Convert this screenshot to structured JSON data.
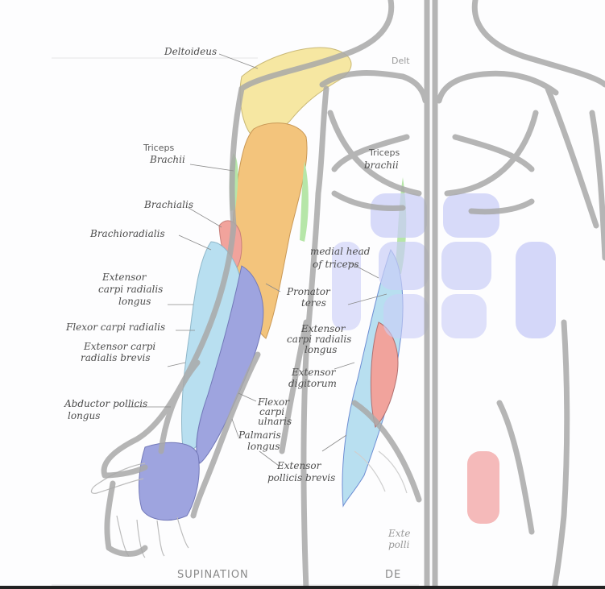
{
  "colors": {
    "deltoid": "#f6e7a2",
    "triceps": "#f3c47c",
    "brachialis": "#f1a39c",
    "extensor_blue": "#b8dff0",
    "flexor_purple": "#9ea4df",
    "green": "#b6e6a8",
    "abs_blue": "#c9cdf7",
    "outline_gray": "#a9a9a9",
    "accent_red": "#f4b3b3"
  },
  "labels": {
    "deltoideus": "Deltoideus",
    "triceps_left_1": "Triceps",
    "triceps_left_2": "Brachii",
    "brachialis": "Brachialis",
    "brachioradialis": "Brachioradialis",
    "ecrl_1": "Extensor",
    "ecrl_2": "carpi radialis",
    "ecrl_3": "longus",
    "fcr": "Flexor carpi radialis",
    "ecrb_1": "Extensor carpi",
    "ecrb_2": "radialis brevis",
    "apl_1": "Abductor pollicis",
    "apl_2": "longus",
    "fcu_1": "Flexor",
    "fcu_2": "carpi",
    "fcu_3": "ulnaris",
    "pl_1": "Palmaris",
    "pl_2": "longus",
    "epb_1": "Extensor",
    "epb_2": "pollicis brevis",
    "supination": "SUPINATION",
    "delt_right": "Delt",
    "triceps_right_1": "Triceps",
    "triceps_right_2": "brachii",
    "medial_head_1": "medial head",
    "medial_head_2": "of triceps",
    "pronator_1": "Pronator",
    "pronator_2": "teres",
    "ecrl_r_1": "Extensor",
    "ecrl_r_2": "carpi radialis",
    "ecrl_r_3": "longus",
    "ed_1": "Extensor",
    "ed_2": "digitorum",
    "ext_r_1": "Exte",
    "ext_r_2": "polli",
    "pronation_partial": "DE"
  }
}
